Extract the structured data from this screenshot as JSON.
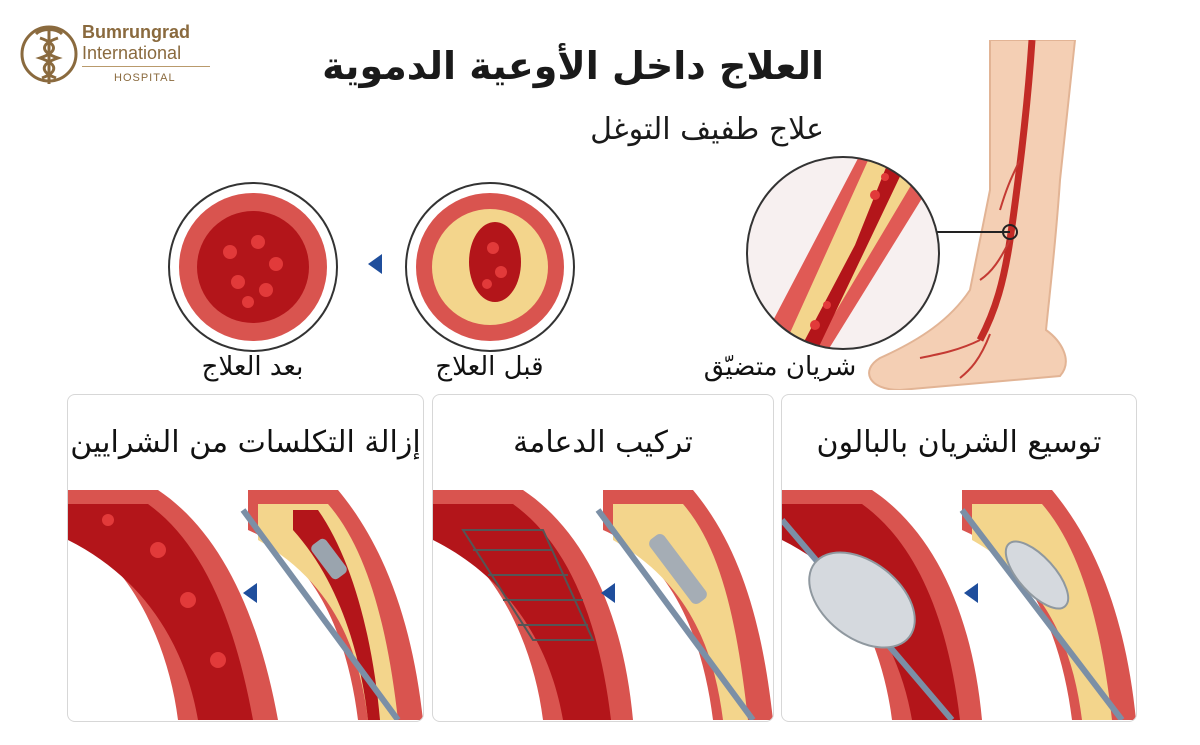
{
  "logo": {
    "line1": "Bumrungrad",
    "line2": "International",
    "line3": "HOSPITAL",
    "icon": "caduceus-icon"
  },
  "header": {
    "title": "العلاج داخل الأوعية الدموية",
    "subtitle": "علاج طفيف التوغل"
  },
  "labels": {
    "after": "بعد العلاج",
    "before": "قبل العلاج",
    "narrowed": "شريان متضيّق"
  },
  "panels": [
    {
      "title": "توسيع الشريان بالبالون"
    },
    {
      "title": "تركيب الدعامة"
    },
    {
      "title": "إزالة التكلسات من الشرايين"
    }
  ],
  "colors": {
    "arrow": "#1f4e9c",
    "vessel_wall": "#d9544f",
    "blood": "#b3151a",
    "plaque": "#f3d58c",
    "logo": "#8a6a3e"
  }
}
